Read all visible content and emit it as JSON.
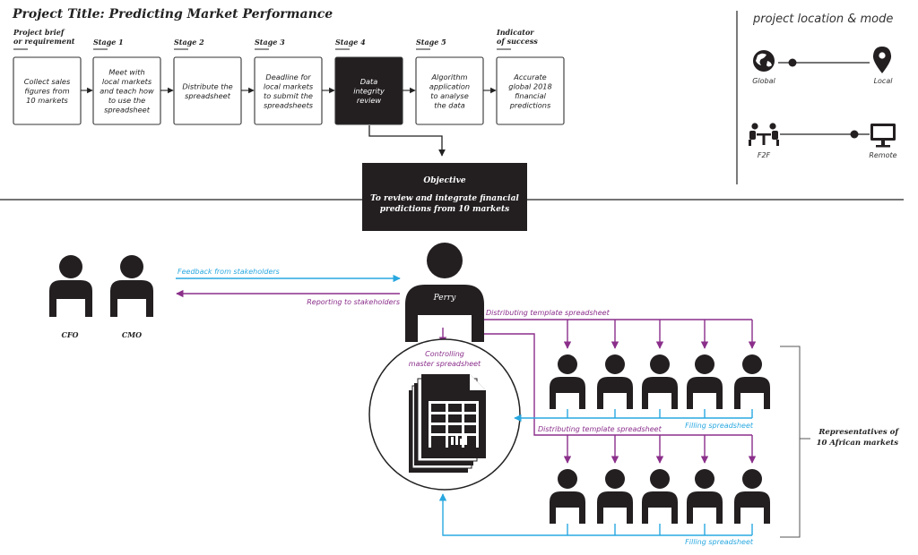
{
  "title": "Project Title: Predicting Market Performance",
  "stages": [
    {
      "label_lines": [
        "Project brief",
        "or requirement"
      ],
      "text_lines": [
        "Collect sales",
        "figures from",
        "10 markets"
      ],
      "dark": false
    },
    {
      "label_lines": [
        "Stage 1"
      ],
      "text_lines": [
        "Meet with",
        "local markets",
        "and teach how",
        "to use the",
        "spreadsheet"
      ],
      "dark": false
    },
    {
      "label_lines": [
        "Stage 2"
      ],
      "text_lines": [
        "Distribute the",
        "spreadsheet"
      ],
      "dark": false
    },
    {
      "label_lines": [
        "Stage 3"
      ],
      "text_lines": [
        "Deadline for",
        "local markets",
        "to submit the",
        "spreadsheets"
      ],
      "dark": false
    },
    {
      "label_lines": [
        "Stage 4"
      ],
      "text_lines": [
        "Data",
        "integrity",
        "review"
      ],
      "dark": true
    },
    {
      "label_lines": [
        "Stage 5"
      ],
      "text_lines": [
        "Algorithm",
        "application",
        "to analyse",
        "the data"
      ],
      "dark": false
    },
    {
      "label_lines": [
        "Indicator",
        "of success"
      ],
      "text_lines": [
        "Accurate",
        "global 2018",
        "financial",
        "predictions"
      ],
      "dark": false
    }
  ],
  "objective": {
    "title": "Objective",
    "lines": [
      "To review and integrate financial",
      "predictions from 10 markets"
    ]
  },
  "location": {
    "title": "project location & mode",
    "global": "Global",
    "local": "Local",
    "f2f": "F2F",
    "remote": "Remote"
  },
  "stakeholders": {
    "cfo": "CFO",
    "cmo": "CMO"
  },
  "perry": "Perry",
  "flows": {
    "feedback": "Feedback from stakeholders",
    "reporting": "Reporting to stakeholders",
    "distributing_1": "Distributing template spreadsheet",
    "distributing_2": "Distributing template spreadsheet",
    "filling_1": "Filling spreadsheet",
    "filling_2": "Filling spreadsheet",
    "controlling_lines": [
      "Controlling",
      "master spreadsheet"
    ]
  },
  "representatives_lines": [
    "Representatives of",
    "10 African markets"
  ],
  "colors": {
    "blue": "#29a8e0",
    "purple": "#8b2f8b",
    "dark": "#231f20"
  },
  "icons": {
    "global": "globe-icon",
    "local": "map-pin-icon",
    "f2f": "meeting-icon",
    "remote": "monitor-icon",
    "master": "spreadsheet-icon",
    "person": "person-icon"
  }
}
